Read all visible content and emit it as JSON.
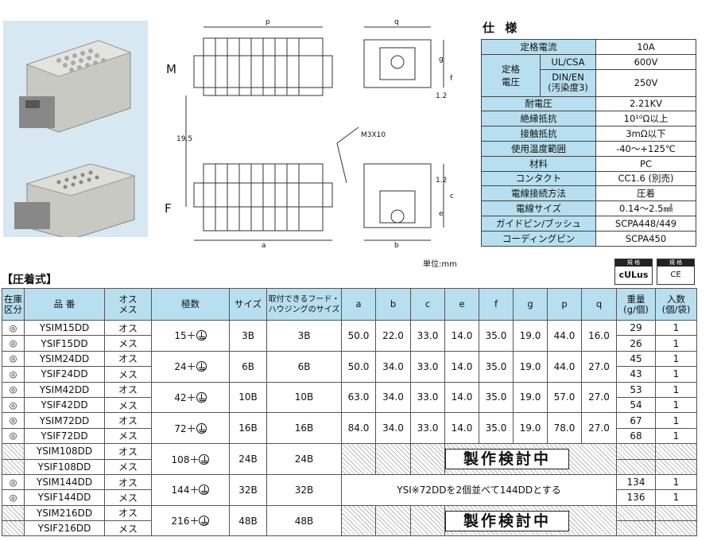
{
  "drawing": {
    "label_m": "M",
    "label_f": "F",
    "dim_p": "p",
    "dim_q": "q",
    "dim_a": "a",
    "dim_b": "b",
    "dim_g": "g",
    "dim_f": "f",
    "dim_c": "c",
    "dim_e": "e",
    "dim_12a": "1.2",
    "dim_12b": "1.2",
    "dim_195": "19.5",
    "screw": "M3X10",
    "unit": "単位:mm"
  },
  "spec": {
    "title": "仕 様",
    "rows": [
      {
        "key": "定格電流",
        "value": "10A"
      },
      {
        "key": "耐電圧",
        "value": "2.21KV"
      },
      {
        "key": "絶縁抵抗",
        "value": "10¹⁰Ω以上"
      },
      {
        "key": "接触抵抗",
        "value": "3mΩ以下"
      },
      {
        "key": "使用温度範囲",
        "value": "-40〜+125℃"
      },
      {
        "key": "材料",
        "value": "PC"
      },
      {
        "key": "コンタクト",
        "value": "CC1.6 (別売)"
      },
      {
        "key": "電線接続方法",
        "value": "圧着"
      },
      {
        "key": "電線サイズ",
        "value": "0.14〜2.5㎟"
      },
      {
        "key": "ガイドピン/ブッシュ",
        "value": "SCPA448/449"
      },
      {
        "key": "コーディングピン",
        "value": "SCPA450"
      }
    ],
    "voltage_group": "定格電圧",
    "voltage_group_l1": "定格",
    "voltage_group_l2": "電圧",
    "ul_key": "UL/CSA",
    "ul_value": "600V",
    "din_key_l1": "DIN/EN",
    "din_key_l2": "(汚染度3)",
    "din_value": "250V"
  },
  "certs": [
    {
      "head": "規 格",
      "body": "cULus"
    },
    {
      "head": "規 格",
      "body": "CE"
    }
  ],
  "section_title": "【圧着式】",
  "table": {
    "headers": [
      "在庫区分",
      "品 番",
      "オスメス",
      "極数",
      "サイズ",
      "取付できるフード・ハウジングのサイズ",
      "a",
      "b",
      "c",
      "e",
      "f",
      "g",
      "p",
      "q",
      "重量(g/個)",
      "入数(個/袋)"
    ],
    "h_stock_l1": "在庫",
    "h_stock_l2": "区分",
    "h_sex_l1": "オス",
    "h_sex_l2": "メス",
    "h_hood_l1": "取付できるフード・",
    "h_hood_l2": "ハウジングのサイズ",
    "h_weight_l1": "重量",
    "h_weight_l2": "(g/個)",
    "h_qty_l1": "入数",
    "h_qty_l2": "(個/袋)",
    "pending_label": "製作検討中",
    "note_144": "YSI※72DDを2個並べて144DDとする",
    "groups": [
      {
        "rows": [
          {
            "stock": "◎",
            "part": "YSIM15DD",
            "sex": "オス",
            "weight": "29",
            "qty": "1"
          },
          {
            "stock": "◎",
            "part": "YSIF15DD",
            "sex": "メス",
            "weight": "26",
            "qty": "1"
          }
        ],
        "poles": "15＋",
        "size": "3B",
        "hood": "3B",
        "dims": [
          "50.0",
          "22.0",
          "33.0",
          "14.0",
          "35.0",
          "19.0",
          "44.0",
          "16.0"
        ]
      },
      {
        "rows": [
          {
            "stock": "◎",
            "part": "YSIM24DD",
            "sex": "オス",
            "weight": "45",
            "qty": "1"
          },
          {
            "stock": "◎",
            "part": "YSIF24DD",
            "sex": "メス",
            "weight": "43",
            "qty": "1"
          }
        ],
        "poles": "24＋",
        "size": "6B",
        "hood": "6B",
        "dims": [
          "50.0",
          "34.0",
          "33.0",
          "14.0",
          "35.0",
          "19.0",
          "44.0",
          "27.0"
        ]
      },
      {
        "rows": [
          {
            "stock": "◎",
            "part": "YSIM42DD",
            "sex": "オス",
            "weight": "53",
            "qty": "1"
          },
          {
            "stock": "◎",
            "part": "YSIF42DD",
            "sex": "メス",
            "weight": "54",
            "qty": "1"
          }
        ],
        "poles": "42＋",
        "size": "10B",
        "hood": "10B",
        "dims": [
          "63.0",
          "34.0",
          "33.0",
          "14.0",
          "35.0",
          "19.0",
          "57.0",
          "27.0"
        ]
      },
      {
        "rows": [
          {
            "stock": "◎",
            "part": "YSIM72DD",
            "sex": "オス",
            "weight": "67",
            "qty": "1"
          },
          {
            "stock": "◎",
            "part": "YSIF72DD",
            "sex": "メス",
            "weight": "68",
            "qty": "1"
          }
        ],
        "poles": "72＋",
        "size": "16B",
        "hood": "16B",
        "dims": [
          "84.0",
          "34.0",
          "33.0",
          "14.0",
          "35.0",
          "19.0",
          "78.0",
          "27.0"
        ]
      },
      {
        "rows": [
          {
            "stock": "",
            "part": "YSIM108DD",
            "sex": "オス",
            "weight": "",
            "qty": ""
          },
          {
            "stock": "",
            "part": "YSIF108DD",
            "sex": "メス",
            "weight": "",
            "qty": ""
          }
        ],
        "poles": "108＋",
        "size": "24B",
        "hood": "24B",
        "pending": true
      },
      {
        "rows": [
          {
            "stock": "◎",
            "part": "YSIM144DD",
            "sex": "オス",
            "weight": "134",
            "qty": "1"
          },
          {
            "stock": "◎",
            "part": "YSIF144DD",
            "sex": "メス",
            "weight": "136",
            "qty": "1"
          }
        ],
        "poles": "144＋",
        "size": "32B",
        "hood": "32B",
        "note": true
      },
      {
        "rows": [
          {
            "stock": "",
            "part": "YSIM216DD",
            "sex": "オス",
            "weight": "",
            "qty": ""
          },
          {
            "stock": "",
            "part": "YSIF216DD",
            "sex": "メス",
            "weight": "",
            "qty": ""
          }
        ],
        "poles": "216＋",
        "size": "48B",
        "hood": "48B",
        "pending": true
      }
    ]
  },
  "colors": {
    "header_bg": "#b7dfef",
    "photo_bg": "#d7e8f3"
  },
  "icons": [
    "earth-ground-icon",
    "ul-mark-icon"
  ]
}
